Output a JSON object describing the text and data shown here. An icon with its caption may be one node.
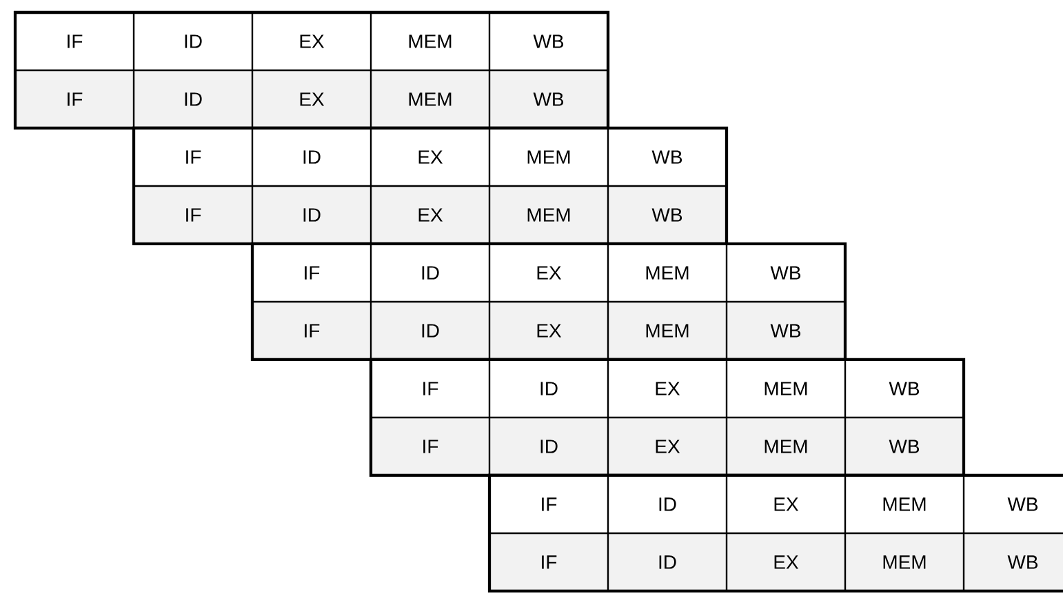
{
  "diagram": {
    "nodes": [
      {
        "text": [
          "IF"
        ]
      },
      {
        "text": [
          "ID"
        ]
      },
      {
        "text": [
          "EX"
        ]
      },
      {
        "text": [
          "MEM"
        ]
      },
      {
        "text": [
          "WB"
        ]
      },
      {
        "text": [
          "IF"
        ]
      },
      {
        "text": [
          "ID"
        ]
      },
      {
        "text": [
          "EX"
        ]
      },
      {
        "text": [
          "MEM"
        ]
      },
      {
        "text": [
          "WB"
        ]
      },
      {
        "text": [
          "IF"
        ]
      },
      {
        "text": [
          "ID"
        ]
      },
      {
        "text": [
          "EX"
        ]
      },
      {
        "text": [
          "MEM"
        ]
      },
      {
        "text": [
          "WB"
        ]
      },
      {
        "text": [
          "IF"
        ]
      },
      {
        "text": [
          "ID"
        ]
      },
      {
        "text": [
          "EX"
        ]
      },
      {
        "text": [
          "MEM"
        ]
      },
      {
        "text": [
          "WB"
        ]
      },
      {
        "text": [
          "IF"
        ]
      },
      {
        "text": [
          "ID"
        ]
      },
      {
        "text": [
          "EX"
        ]
      },
      {
        "text": [
          "MEM"
        ]
      },
      {
        "text": [
          "WB"
        ]
      },
      {
        "text": [
          "IF"
        ]
      },
      {
        "text": [
          "ID"
        ]
      },
      {
        "text": [
          "EX"
        ]
      },
      {
        "text": [
          "MEM"
        ]
      },
      {
        "text": [
          "WB"
        ]
      },
      {
        "text": [
          "IF"
        ]
      },
      {
        "text": [
          "ID"
        ]
      },
      {
        "text": [
          "EX"
        ]
      },
      {
        "text": [
          "MEM"
        ]
      },
      {
        "text": [
          "WB"
        ]
      },
      {
        "text": [
          "IF"
        ]
      },
      {
        "text": [
          "ID"
        ]
      },
      {
        "text": [
          "EX"
        ]
      },
      {
        "text": [
          "MEM"
        ]
      },
      {
        "text": [
          "WB"
        ]
      },
      {
        "text": [
          "IF"
        ]
      },
      {
        "text": [
          "ID"
        ]
      },
      {
        "text": [
          "EX"
        ]
      },
      {
        "text": [
          "MEM"
        ]
      },
      {
        "text": [
          "WB"
        ]
      },
      {
        "text": [
          "IF"
        ]
      },
      {
        "text": [
          "ID"
        ]
      },
      {
        "text": [
          "EX"
        ]
      },
      {
        "text": [
          "MEM"
        ]
      },
      {
        "text": [
          "WB"
        ]
      }
    ]
  }
}
